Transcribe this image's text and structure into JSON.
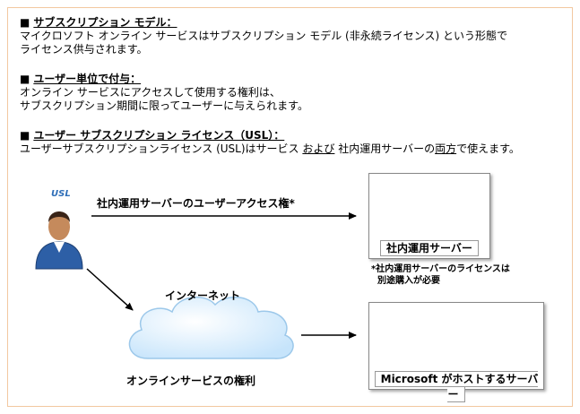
{
  "sections": [
    {
      "heading": "サブスクリプション モデル：",
      "lines": [
        "マイクロソフト オンライン サービスはサブスクリプション モデル (非永続ライセンス) という形態で",
        "ライセンス供与されます。"
      ]
    },
    {
      "heading": "ユーザー単位で付与：",
      "lines": [
        "オンライン サービスにアクセスして使用する権利は、",
        "サブスクリプション期間に限ってユーザーに与えられます。"
      ]
    },
    {
      "heading": "ユーザー サブスクリプション ライセンス（USL）：",
      "line_parts": [
        "ユーザーサブスクリプションライセンス (USL)はサービス ",
        "および",
        " 社内運用サーバーの",
        "両方",
        "で使えます。"
      ]
    }
  ],
  "bullet": "■",
  "diagram": {
    "user_label": "USL",
    "arrow_top_label": "社内運用サーバーのユーザーアクセス権*",
    "internet_label": "インターネット",
    "cloud_label": "オンラインサービスの権利",
    "onprem_server_caption": "社内運用サーバー",
    "note_lines": [
      "*社内運用サーバーのライセンスは",
      "別途購入が必要"
    ],
    "ms_server_caption": "Microsoft がホストするサーバー"
  },
  "colors": {
    "frame": "#f2c8a0",
    "usl": "#2f6fb8",
    "cloud": "#dcefff"
  }
}
